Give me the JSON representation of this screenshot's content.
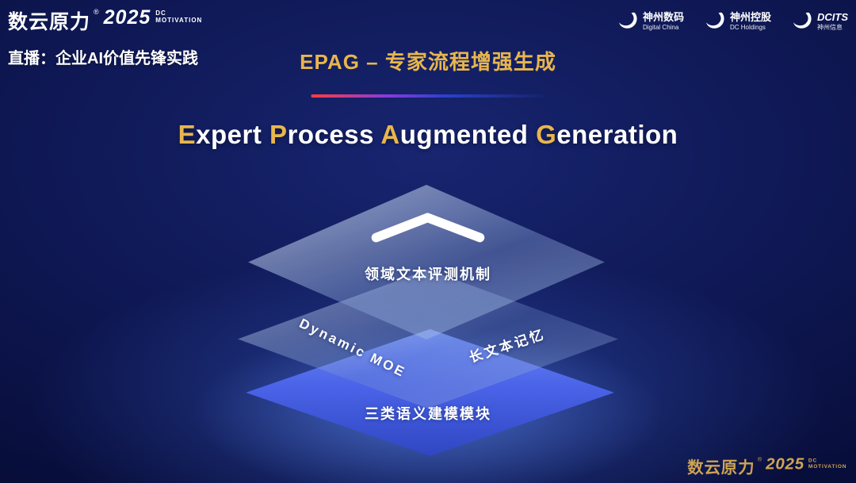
{
  "brand": {
    "name": "数云原力",
    "reg": "®",
    "year": "2025",
    "tag_line1": "DC",
    "tag_line2": "MOTIVATION"
  },
  "header": {
    "live_label": "直播：企业AI价值先锋实践",
    "page_title": "EPAG – 专家流程增强生成",
    "partner_logos": [
      {
        "line1": "神州数码",
        "line2": "Digital China"
      },
      {
        "line1": "神州控股",
        "line2": "DC Holdings"
      },
      {
        "line1": "DCITS",
        "line2": "神州信息"
      }
    ]
  },
  "main": {
    "title": [
      {
        "cap": "E",
        "rest": "xpert "
      },
      {
        "cap": "P",
        "rest": "rocess "
      },
      {
        "cap": "A",
        "rest": "ugmented "
      },
      {
        "cap": "G",
        "rest": "eneration"
      }
    ],
    "stack": {
      "top_layer": "领域文本评测机制",
      "middle_layer_left": "Dynamic MOE",
      "middle_layer_right": "长文本记忆",
      "bottom_layer": "三类语义建模模块"
    }
  },
  "colors": {
    "accent_gold": "#e8b64c",
    "divider_red": "#ff3c3c",
    "divider_blue": "#2a41c8",
    "bottom_layer_blue": "#4a63e8"
  }
}
